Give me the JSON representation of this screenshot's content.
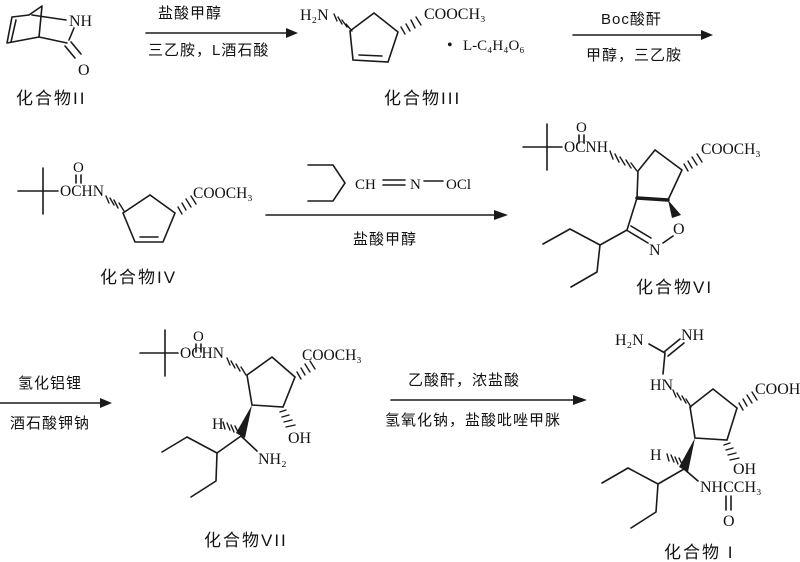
{
  "compounds": {
    "ii": {
      "label": "化合物II",
      "nh": "NH",
      "o": "O"
    },
    "iii": {
      "label": "化合物III",
      "amine": "H₂N",
      "ester": "COOCH₃",
      "dot": "•",
      "salt": "L-C₄H₄O₆"
    },
    "iv": {
      "label": "化合物IV",
      "carbonyl_o": "O",
      "carbamate": "OCHN",
      "ester": "COOCH₃"
    },
    "vi": {
      "label": "化合物VI",
      "carbonyl_o": "O",
      "carbamate": "OCNH",
      "ester": "COOCH₃",
      "ring_n": "N",
      "ring_o": "O"
    },
    "vii": {
      "label": "化合物VII",
      "carbonyl_o": "O",
      "carbamate": "OCHN",
      "ester": "COOCH₃",
      "hydroxyl": "OH",
      "h": "H",
      "amine": "NH₂"
    },
    "i": {
      "label": "化合物 I",
      "amine": "H₂N",
      "imine": "NH",
      "hn": "HN",
      "acid": "COOH",
      "hydroxyl": "OH",
      "h": "H",
      "acetamido": "NHCCH₃",
      "carbonyl_o": "O"
    }
  },
  "oxime_reagent": {
    "ch": "CH",
    "n": "N",
    "ocl": "OCl"
  },
  "steps": [
    {
      "above": "盐酸甲醇",
      "below": "三乙胺，L酒石酸"
    },
    {
      "above": "Boc酸酐",
      "below": "甲醇，三乙胺"
    },
    {
      "above": "",
      "below": "盐酸甲醇"
    },
    {
      "above": "氢化铝锂",
      "below": "酒石酸钾钠"
    },
    {
      "above": "乙酸酐，浓盐酸",
      "below": "氢氧化钠，盐酸吡唑甲脒"
    }
  ]
}
